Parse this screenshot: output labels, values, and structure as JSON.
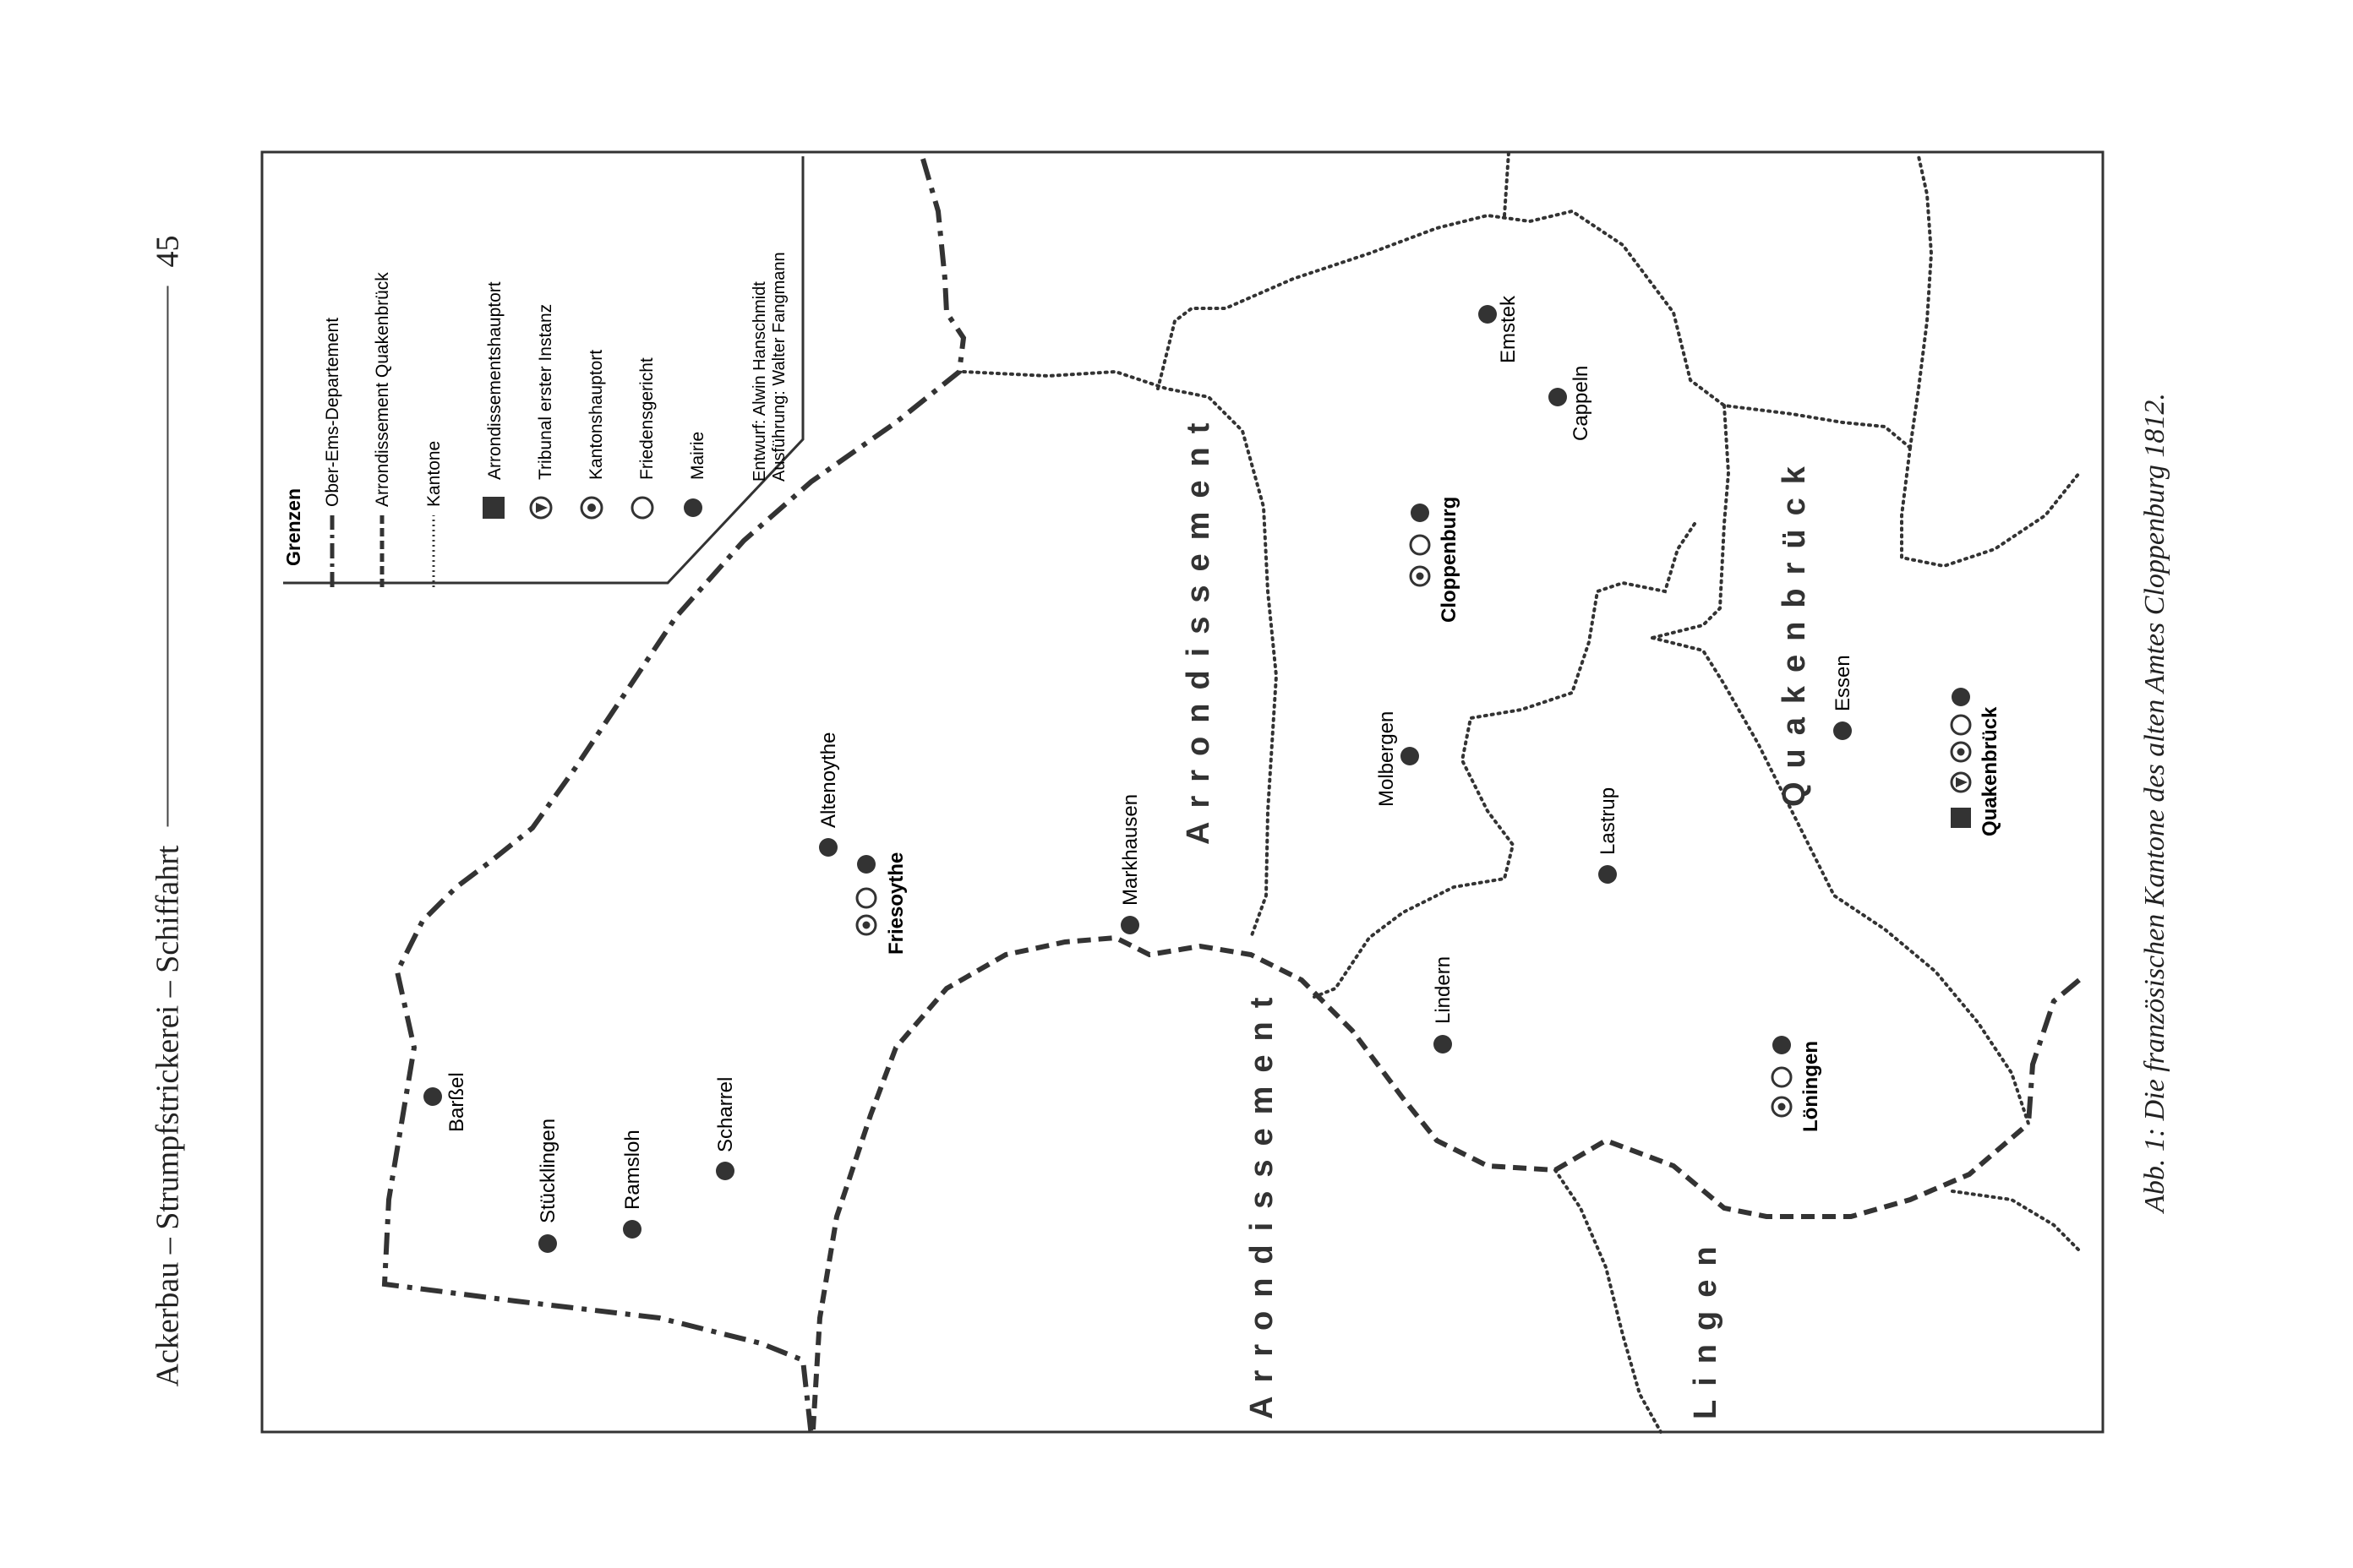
{
  "running_head": {
    "title": "Ackerbau – Strumpfstrickerei – Schiffahrt",
    "page_number": "45"
  },
  "caption": "Abb. 1: Die französischen Kantone des alten Amtes Cloppenburg 1812.",
  "legend": {
    "heading": "Grenzen",
    "lines": [
      {
        "label": "Ober-Ems-Departement"
      },
      {
        "label": "Arrondissement Quakenbrück"
      },
      {
        "label": "Kantone"
      }
    ],
    "symbols": [
      {
        "icon": "square-icon",
        "label": "Arrondissementshauptort"
      },
      {
        "icon": "triangle-in-circle-icon",
        "label": "Tribunal erster Instanz"
      },
      {
        "icon": "dot-in-circle-icon",
        "label": "Kantonshauptort"
      },
      {
        "icon": "open-circle-icon",
        "label": "Friedensgericht"
      },
      {
        "icon": "filled-dot-icon",
        "label": "Mairie"
      }
    ],
    "credit_1": "Entwurf: Alwin Hanschmidt",
    "credit_2": "Ausführung: Walter Fangmann"
  },
  "regions": {
    "arrondissement_1": "Arrondissement",
    "arrondissement_2": "Arrondissement",
    "quakenbrueck": "Quakenbrück",
    "lingen": "Lingen"
  },
  "places": {
    "barssel": "Barßel",
    "stuecklingen": "Stücklingen",
    "ramsloh": "Ramsloh",
    "scharrel": "Scharrel",
    "altenoythe": "Altenoythe",
    "friesoythe": "Friesoythe",
    "markhausen": "Markhausen",
    "molbergen": "Molbergen",
    "cloppenburg": "Cloppenburg",
    "emstek": "Emstek",
    "cappeln": "Cappeln",
    "lastrup": "Lastrup",
    "lindern": "Lindern",
    "loeningen": "Löningen",
    "essen": "Essen",
    "quakenbrueck": "Quakenbrück"
  }
}
